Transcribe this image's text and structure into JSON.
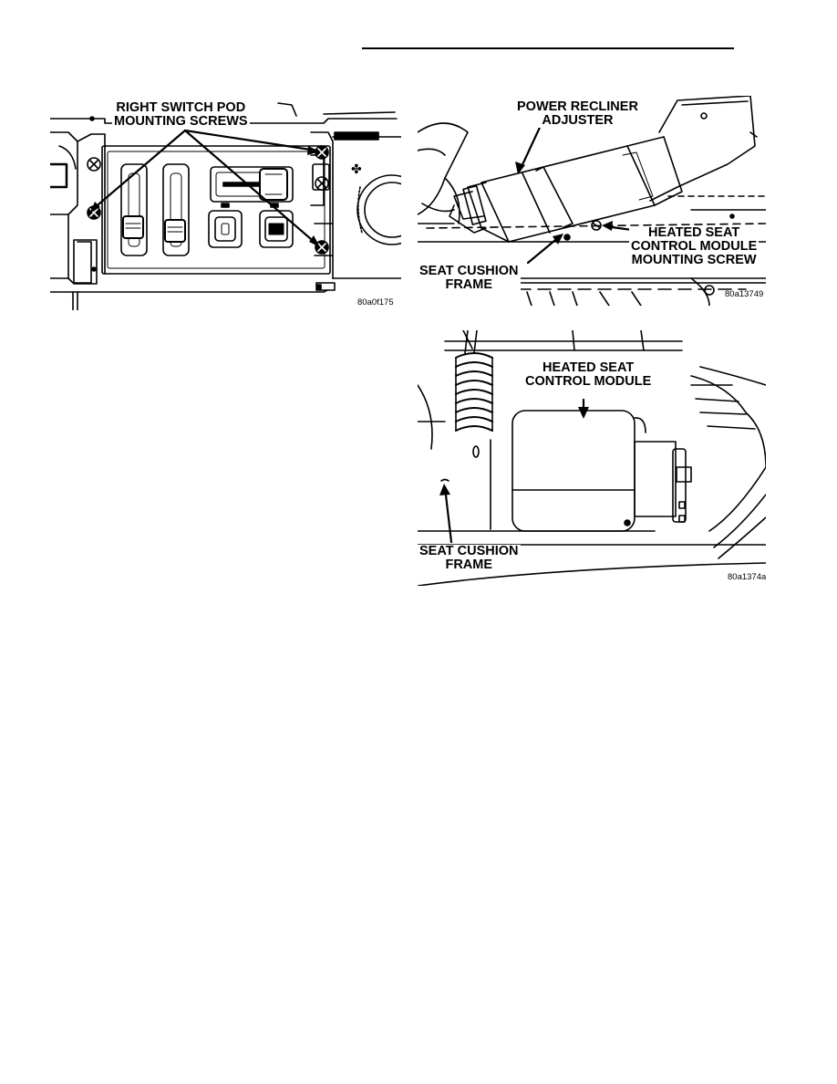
{
  "page": {
    "figures": [
      {
        "id": "80a0f175",
        "callouts": [
          "RIGHT SWITCH POD",
          "MOUNTING SCREWS"
        ]
      },
      {
        "id": "80a13749",
        "callouts": {
          "recliner": [
            "POWER RECLINER",
            "ADJUSTER"
          ],
          "screw": [
            "HEATED SEAT",
            "CONTROL MODULE",
            "MOUNTING SCREW"
          ],
          "frame": [
            "SEAT CUSHION",
            "FRAME"
          ]
        }
      },
      {
        "id": "80a1374a",
        "callouts": {
          "module": [
            "HEATED SEAT",
            "CONTROL MODULE"
          ],
          "frame": [
            "SEAT CUSHION",
            "FRAME"
          ]
        }
      }
    ]
  }
}
